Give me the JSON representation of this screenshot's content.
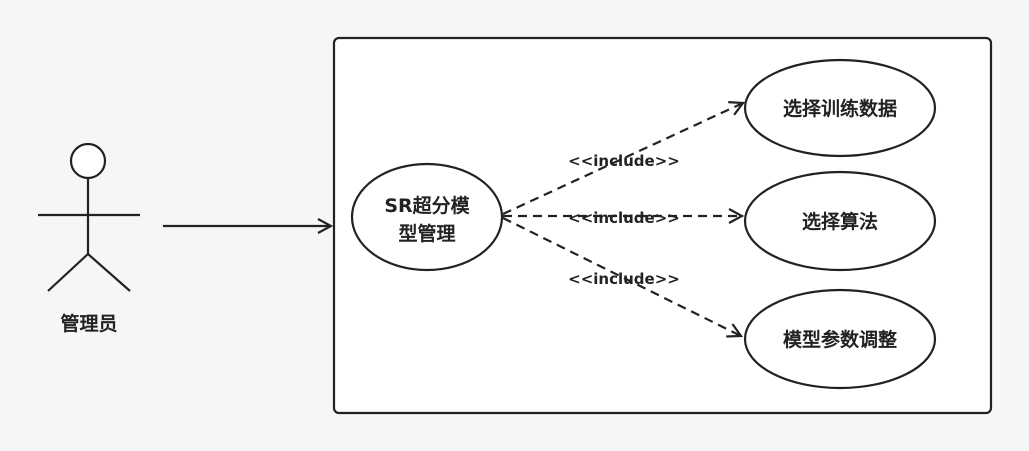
{
  "actor": {
    "label": "管理员"
  },
  "use_cases": {
    "main": {
      "line1": "SR超分模",
      "line2": "型管理"
    },
    "select_training_data": "选择训练数据",
    "select_algorithm": "选择算法",
    "model_param_tuning": "模型参数调整"
  },
  "relations": {
    "include_top": "<<include>>",
    "include_middle": "<<include>>",
    "include_bottom": "<<include>>"
  },
  "colors": {
    "background": "#f6f6f6",
    "stroke": "#222222",
    "fill": "#ffffff"
  }
}
